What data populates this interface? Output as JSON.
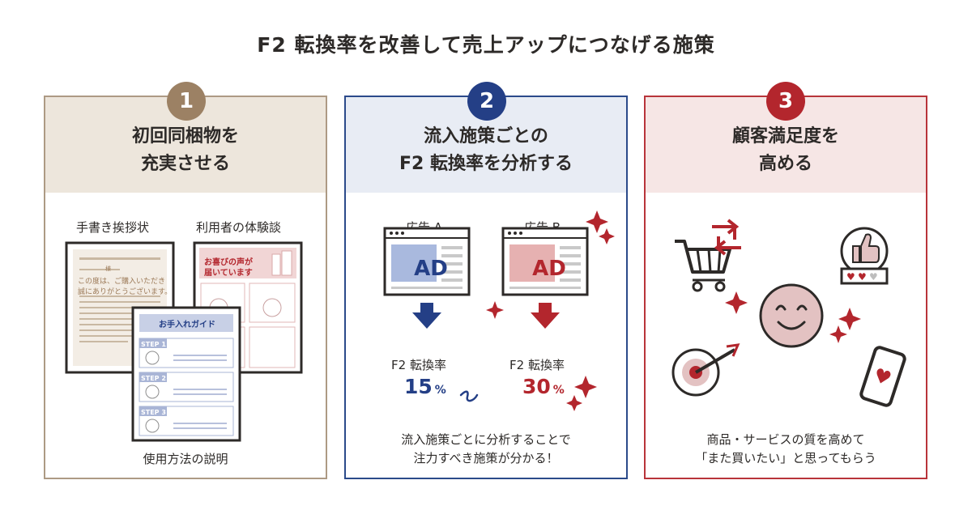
{
  "title": "F2 転換率を改善して売上アップにつなげる施策",
  "colors": {
    "beige": "#9c8164",
    "navy": "#243f86",
    "red": "#b3262d"
  },
  "cards": [
    {
      "number": "1",
      "heading_line1": "初回同梱物を",
      "heading_line2": "充実させる",
      "label_letter": "手書き挨拶状",
      "label_review": "利用者の体験談",
      "label_guide": "使用方法の説明",
      "letter_sign": "様",
      "letter_line1": "この度は、ご購入いただき",
      "letter_line2": "誠にありがとうございます。",
      "review_title_line1": "お喜びの声が",
      "review_title_line2": "届いています",
      "guide_title": "お手入れガイド",
      "steps": [
        "STEP 1",
        "STEP 2",
        "STEP 3"
      ]
    },
    {
      "number": "2",
      "heading_line1": "流入施策ごとの",
      "heading_line2": "F2 転換率を分析する",
      "ad_a_label": "広告 A",
      "ad_b_label": "広告 B",
      "ad_text": "AD",
      "rate_label": "F2 転換率",
      "rate_a": "15",
      "rate_b": "30",
      "pct_unit": "%",
      "footer_line1": "流入施策ごとに分析することで",
      "footer_line2": "注力すべき施策が分かる！"
    },
    {
      "number": "3",
      "heading_line1": "顧客満足度を",
      "heading_line2": "高める",
      "footer_line1": "商品・サービスの質を高めて",
      "footer_line2": "「また買いたい」と思ってもらう"
    }
  ]
}
